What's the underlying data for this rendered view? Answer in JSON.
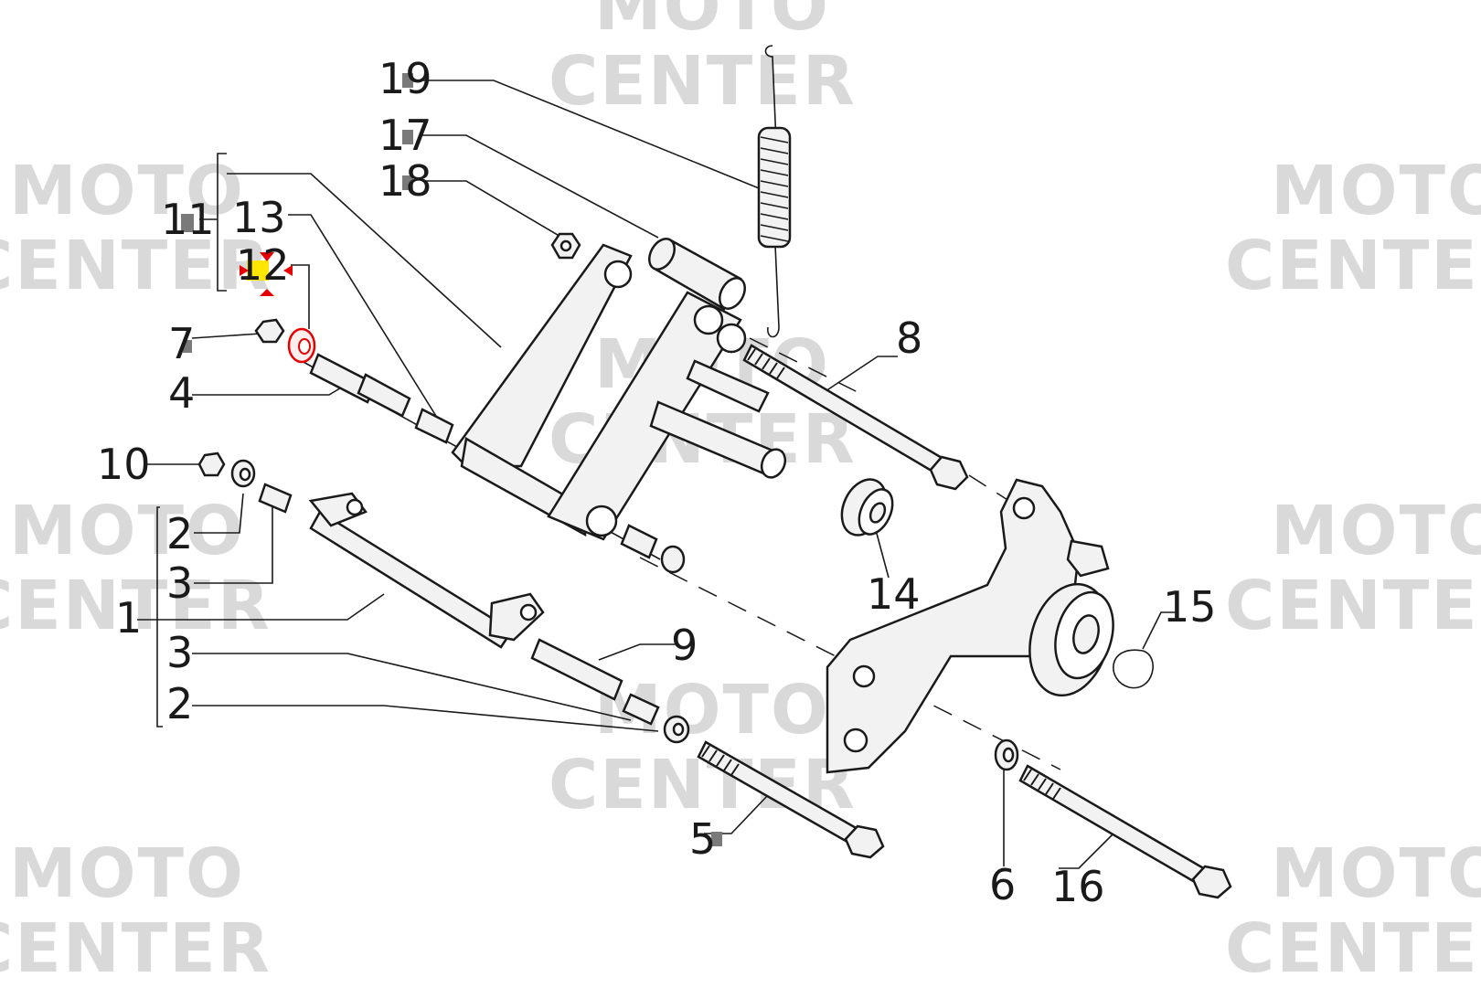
{
  "watermark": {
    "line1": "MOTO",
    "line2": "CENTER"
  },
  "labels": {
    "p1": "1",
    "p2a": "2",
    "p2b": "2",
    "p3a": "3",
    "p3b": "3",
    "p4": "4",
    "p5": "5",
    "p6": "6",
    "p7": "7",
    "p8": "8",
    "p9": "9",
    "p10": "10",
    "p11": "11",
    "p12": "12",
    "p13": "13",
    "p14": "14",
    "p15": "15",
    "p16": "16",
    "p17": "17",
    "p18": "18",
    "p19": "19"
  },
  "highlight": {
    "part": "12",
    "marker_color": "#e60000",
    "badge_color": "#ffe600"
  },
  "colors": {
    "line": "#1a1a1a",
    "watermark": "#d9d9d9",
    "tag": "#7a7a7a"
  }
}
